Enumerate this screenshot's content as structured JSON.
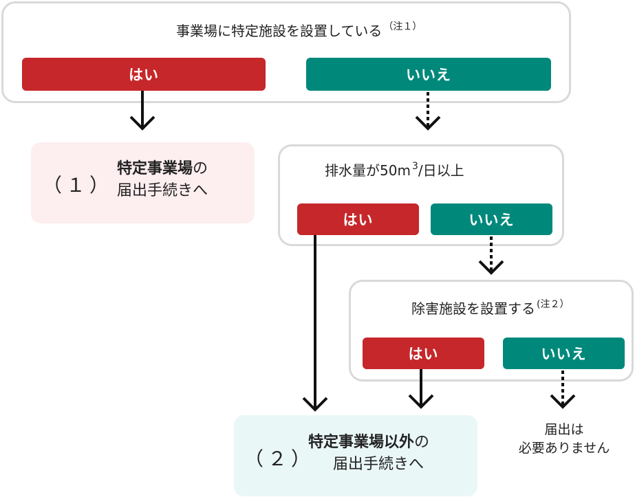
{
  "q1": {
    "text": "事業場に特定施設を設置している",
    "note": "（注１）",
    "yes": "はい",
    "no": "いいえ"
  },
  "q2": {
    "text_pre": "排水量が50m",
    "sup": "3",
    "text_post": "/日以上",
    "yes": "はい",
    "no": "いいえ"
  },
  "q3": {
    "text": "除害施設を設置する",
    "note": "(注２）",
    "yes": "はい",
    "no": "いいえ"
  },
  "result1": {
    "num": "（１）",
    "bold": "特定事業場",
    "after_bold": "の",
    "line2": "届出手続きへ"
  },
  "result2": {
    "num": "（２）",
    "bold": "特定事業場以外",
    "after_bold": "の",
    "line2": "届出手続きへ"
  },
  "no_filing": {
    "line1": "届出は",
    "line2": "必要ありません"
  },
  "colors": {
    "yes": "#c6272a",
    "no": "#00897b",
    "result1_bg": "#fdeef0",
    "result2_bg": "#eaf7f7",
    "box_border": "#d9d9d9"
  }
}
